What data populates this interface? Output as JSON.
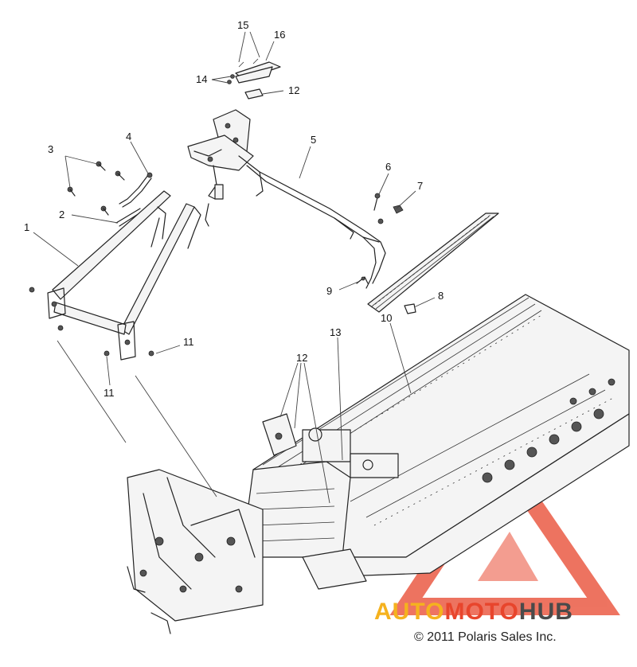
{
  "diagram": {
    "callouts": [
      {
        "id": "c1",
        "label": "1"
      },
      {
        "id": "c2",
        "label": "2"
      },
      {
        "id": "c3",
        "label": "3"
      },
      {
        "id": "c4",
        "label": "4"
      },
      {
        "id": "c5",
        "label": "5"
      },
      {
        "id": "c6",
        "label": "6"
      },
      {
        "id": "c7",
        "label": "7"
      },
      {
        "id": "c8",
        "label": "8"
      },
      {
        "id": "c9",
        "label": "9"
      },
      {
        "id": "c10",
        "label": "10"
      },
      {
        "id": "c11a",
        "label": "11"
      },
      {
        "id": "c11b",
        "label": "11"
      },
      {
        "id": "c12a",
        "label": "12"
      },
      {
        "id": "c12b",
        "label": "12"
      },
      {
        "id": "c13",
        "label": "13"
      },
      {
        "id": "c14",
        "label": "14"
      },
      {
        "id": "c15",
        "label": "15"
      },
      {
        "id": "c16",
        "label": "16"
      }
    ]
  },
  "watermark": {
    "part1": "AUTO",
    "part2": "MOTO",
    "part3": "HUB",
    "colors": {
      "auto": "#f5b21e",
      "moto": "#e8452c",
      "hub": "#4a4a4a",
      "triangle": "#e8452c"
    }
  },
  "copyright": "© 2011 Polaris Sales Inc."
}
